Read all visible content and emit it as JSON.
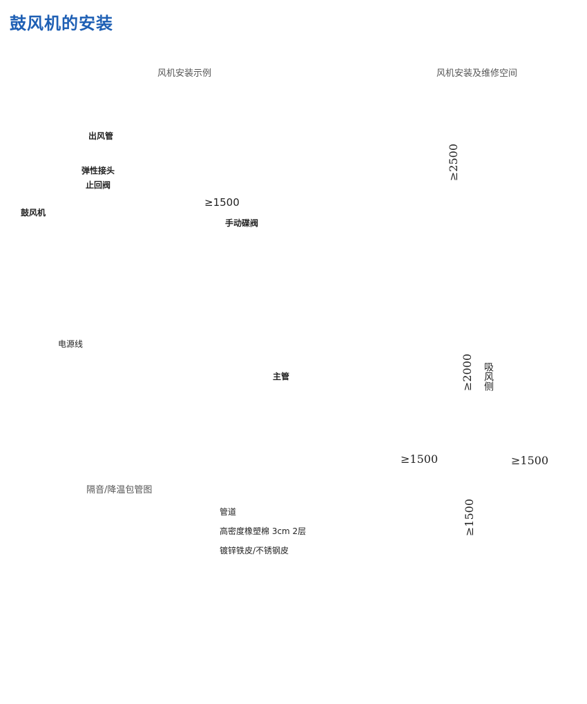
{
  "page": {
    "title": "鼓风机的安装"
  },
  "installation_example": {
    "caption": "风机安装示例",
    "labels": {
      "outlet_pipe": "出风管",
      "elastic_joint": "弹性接头",
      "check_valve": "止回阀",
      "blower": "鼓风机",
      "manual_butterfly_valve": "手动碟阀",
      "power_cable": "电源线",
      "main_pipe": "主管"
    },
    "distance": "≥1500"
  },
  "maintenance_space": {
    "caption": "风机安装及维修空间",
    "side_view": {
      "height": "≥2500"
    },
    "top_view": {
      "top": "≥2000",
      "intake_side": "吸风侧",
      "left": "≥1500",
      "right": "≥1500",
      "bottom": "≥1500"
    }
  },
  "insulation": {
    "caption": "隔音/降温包管图",
    "layers": [
      "管道",
      "高密度橡塑棉 3cm 2层",
      "镀锌铁皮/不锈钢皮"
    ],
    "colors": {
      "outer_ring": "#2d3d9e",
      "inner_ring": "#8c8c8c"
    }
  }
}
